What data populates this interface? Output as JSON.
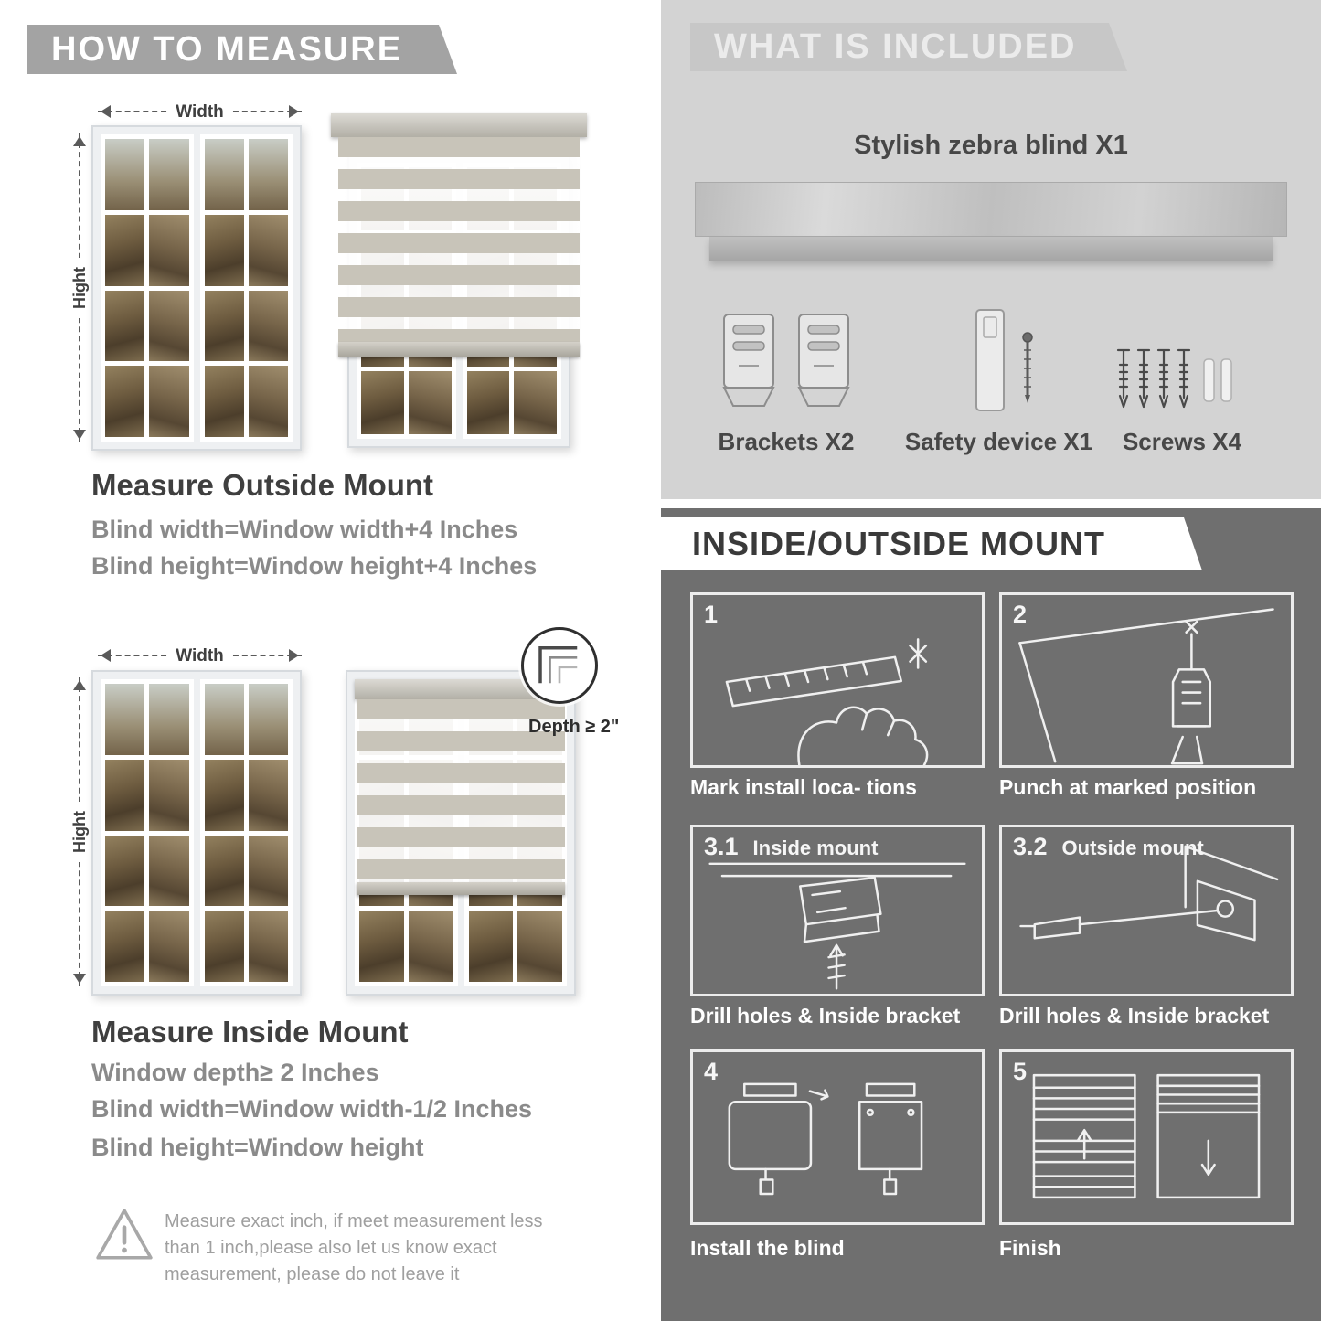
{
  "colors": {
    "banner_gray": "#a3a3a3",
    "banner_light": "#c7c7c7",
    "panel_light": "#d3d3d3",
    "panel_dark": "#6f6f6f",
    "heading": "#3f3f3f",
    "subtext": "#8a8a8a"
  },
  "how_to_measure": {
    "header": "HOW TO MEASURE",
    "width_label": "Width",
    "height_label": "Hight",
    "outside": {
      "title": "Measure Outside Mount",
      "lines": [
        "Blind width=Window width+4 Inches",
        "Blind height=Window height+4 Inches"
      ]
    },
    "inside": {
      "depth_callout": "Depth ≥ 2\"",
      "title": "Measure Inside Mount",
      "lines": [
        "Window depth≥ 2 Inches",
        "Blind width=Window width-1/2 Inches",
        "Blind height=Window height"
      ]
    },
    "warning_text": "Measure exact inch, if meet measurement less than 1 inch,please also let us know exact measurement, please do not leave it"
  },
  "included": {
    "header": "WHAT IS INCLUDED",
    "product_label": "Stylish zebra blind X1",
    "items": [
      {
        "label": "Brackets X2"
      },
      {
        "label": "Safety device X1"
      },
      {
        "label": "Screws X4"
      }
    ]
  },
  "mount_steps": {
    "header": "INSIDE/OUTSIDE MOUNT",
    "steps": [
      {
        "num": "1",
        "title": "",
        "caption": "Mark install loca- tions"
      },
      {
        "num": "2",
        "title": "",
        "caption": "Punch at  marked position"
      },
      {
        "num": "3.1",
        "title": "Inside mount",
        "caption": "Drill holes &  Inside bracket"
      },
      {
        "num": "3.2",
        "title": "Outside mount",
        "caption": "Drill holes &  Inside bracket"
      },
      {
        "num": "4",
        "title": "",
        "caption": "Install the blind"
      },
      {
        "num": "5",
        "title": "",
        "caption": "Finish"
      }
    ]
  }
}
